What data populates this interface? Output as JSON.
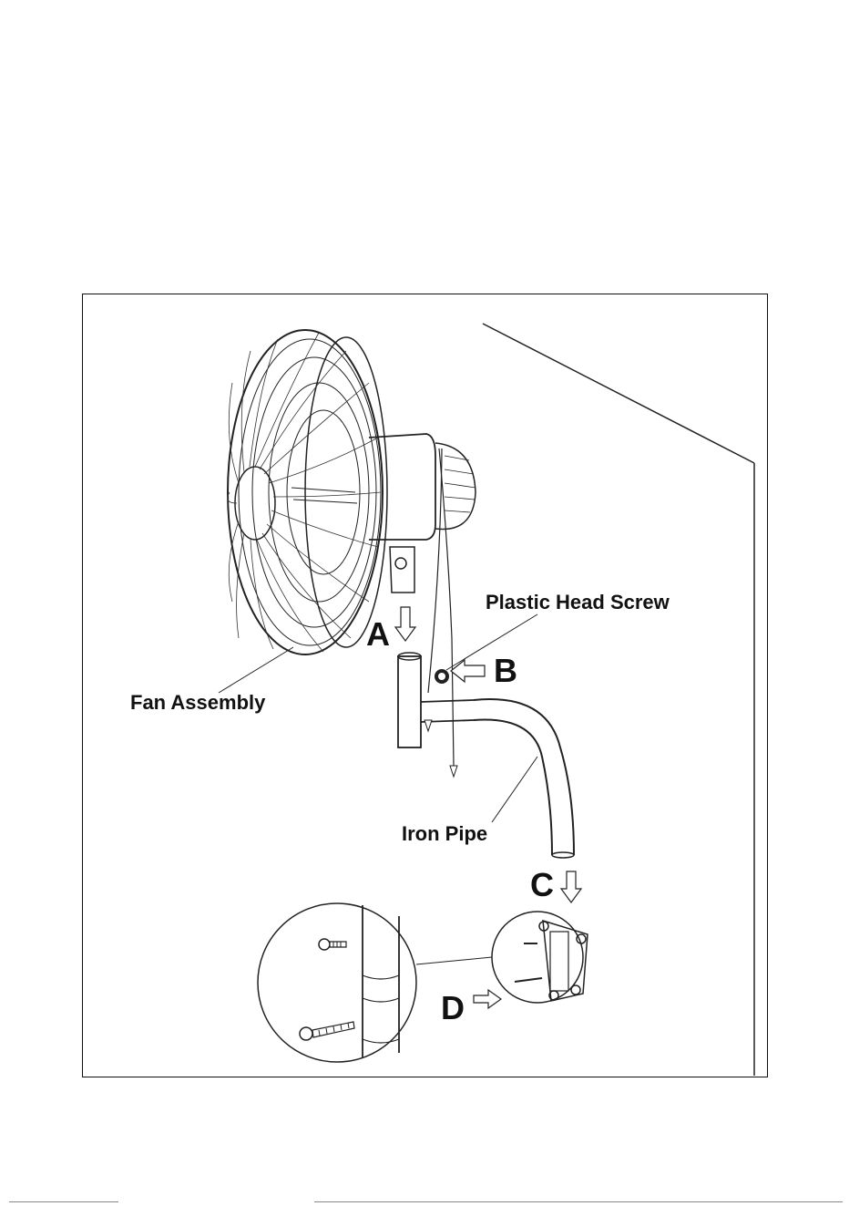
{
  "labels": {
    "plastic_head_screw": "Plastic Head Screw",
    "fan_assembly": "Fan Assembly",
    "iron_pipe": "Iron Pipe",
    "step_a": "A",
    "step_b": "B",
    "step_c": "C",
    "step_d": "D"
  },
  "colors": {
    "line": "#222222",
    "background": "#ffffff"
  }
}
